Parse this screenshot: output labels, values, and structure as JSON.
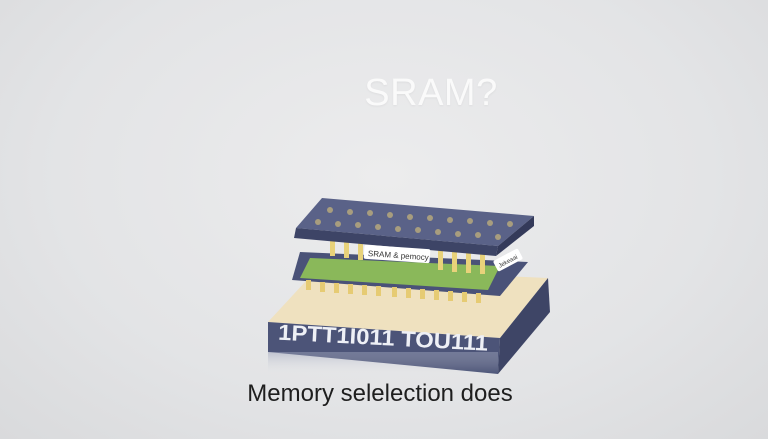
{
  "heading": "SRAM?",
  "illustration": {
    "chip_label": "SRAM & pemocy",
    "side_label": "Jekeaai",
    "base_text": "1PTT1I011 TOU111",
    "colors": {
      "board": "#4c5478",
      "base_top": "#efe1bf",
      "pins": "#e4c96a",
      "pcb": "#7cae4e"
    }
  },
  "caption": "Memory selelection does"
}
